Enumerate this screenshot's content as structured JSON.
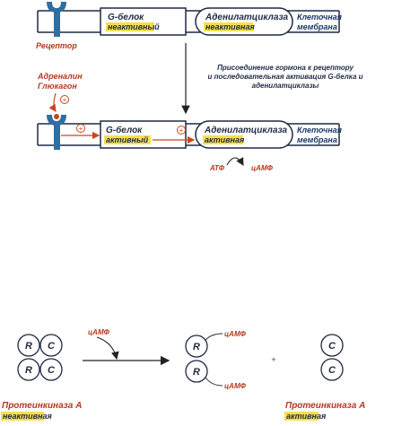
{
  "panel1": {
    "receptor_label": "Рецептор",
    "g_protein": {
      "name": "G-белок",
      "state": "неактивный"
    },
    "adenylate_cyclase": {
      "name": "Аденилатциклаза",
      "state": "неактивная"
    },
    "membrane": [
      "Клеточная",
      "мембрана"
    ]
  },
  "transition_text": [
    "Присоединение гормона к рецептору",
    "и последовательная активация G-белка и",
    "аденилатциклазы"
  ],
  "panel2": {
    "hormones": [
      "Адреналин",
      "Глюкагон"
    ],
    "plus_sign": "+",
    "g_protein": {
      "name": "G-белок",
      "state": "активный"
    },
    "adenylate_cyclase": {
      "name": "Аденилатциклаза",
      "state": "активная"
    },
    "membrane": [
      "Клеточная",
      "мембрана"
    ],
    "substrate": "АТФ",
    "product": "цАМФ"
  },
  "kinase": {
    "camp_label": "цАМФ",
    "inactive_subunits": [
      "R",
      "C",
      "R",
      "C"
    ],
    "regulatory": [
      "R",
      "R"
    ],
    "catalytic": [
      "C",
      "C"
    ],
    "camp_bound": [
      "цАМФ",
      "цАМФ"
    ],
    "plus_sign": "+",
    "inactive_name": "Протеинкиназа А",
    "inactive_state": "неактивная",
    "active_name": "Протеинкиназа А",
    "active_state": "активная"
  },
  "colors": {
    "membrane_line": "#1f2a44",
    "receptor": "#2f6ea1",
    "hormone_text": "#b43a1e",
    "highlight": "#f4e04d",
    "label_blue": "#1b3a6b"
  }
}
